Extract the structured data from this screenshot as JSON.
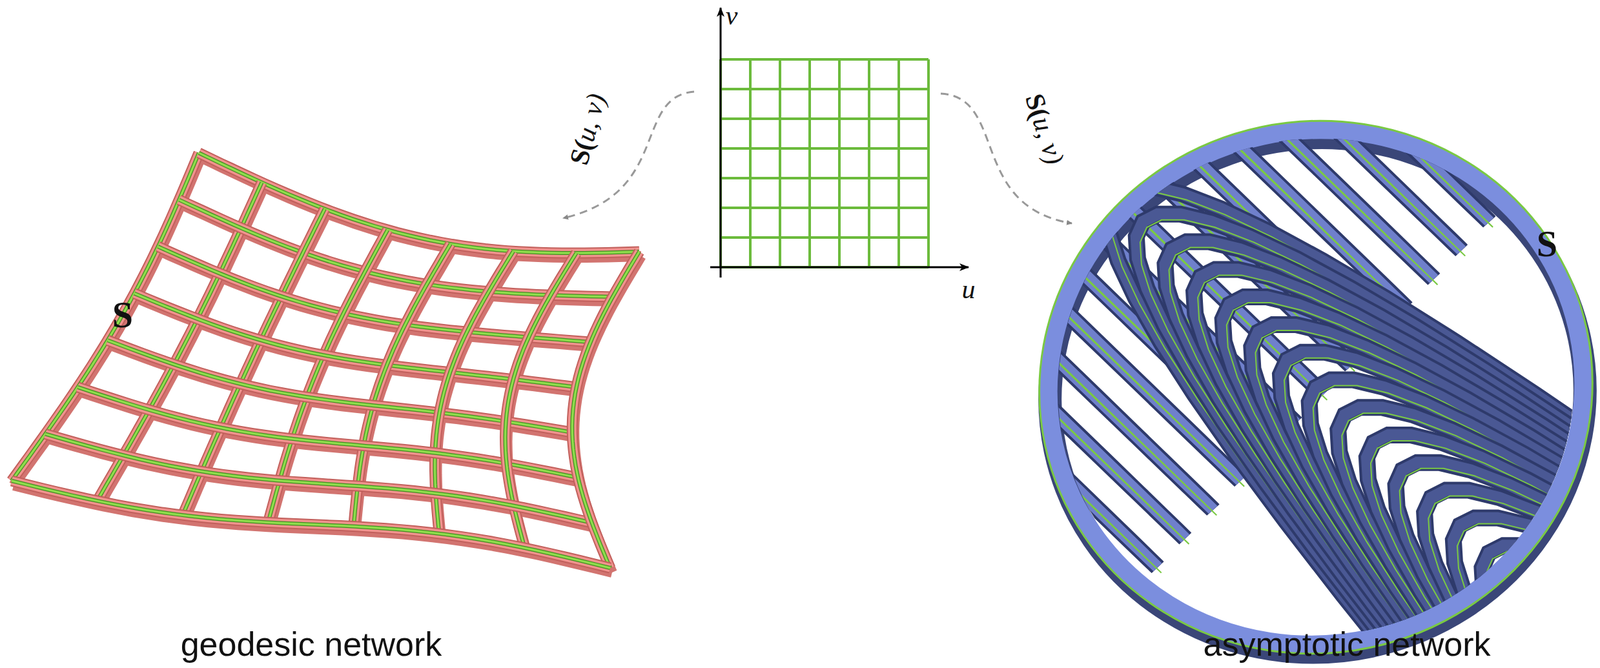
{
  "diagram": {
    "labels": [
      "v",
      "u",
      "S(u, v)",
      "S(u, v)",
      "S",
      "S",
      "geodesic network",
      "asymptotic network"
    ]
  }
}
